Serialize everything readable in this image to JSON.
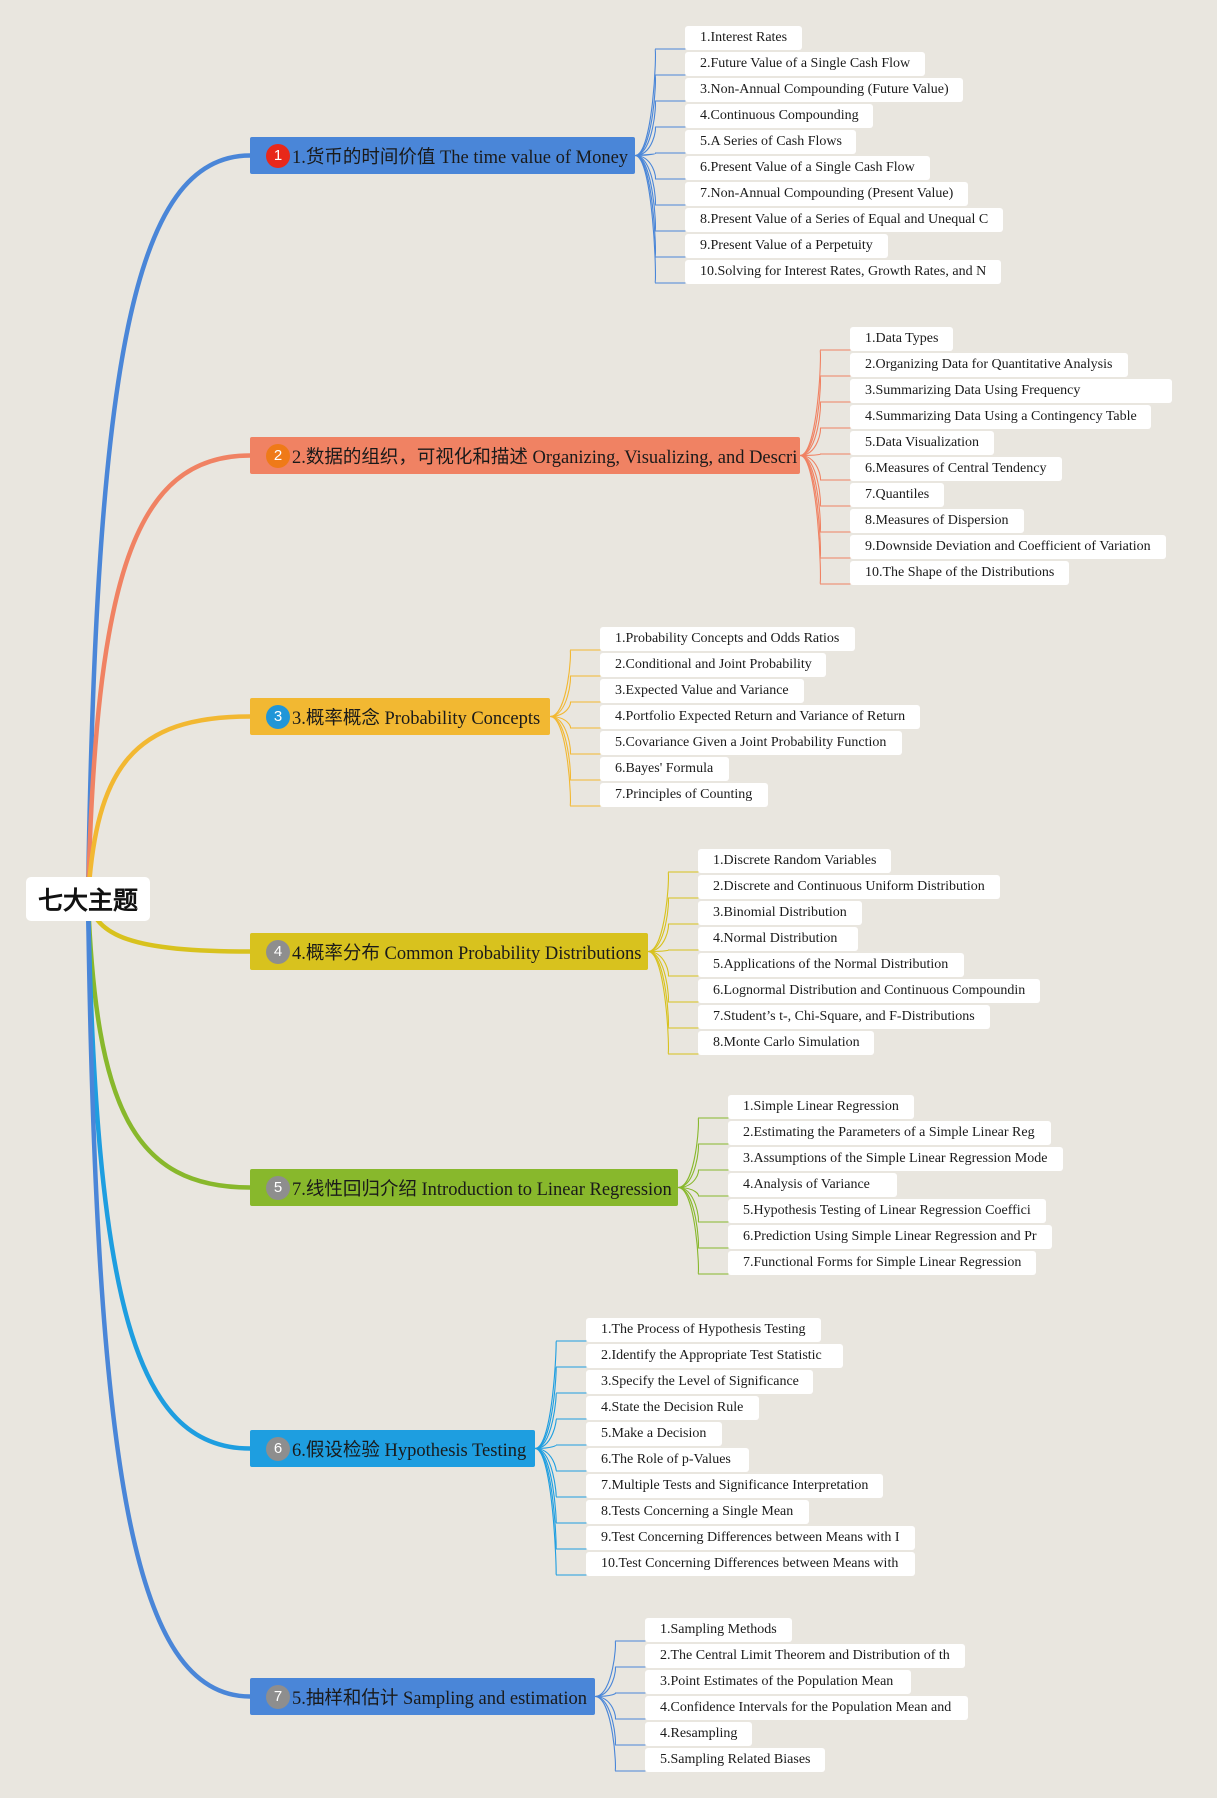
{
  "root": {
    "label": "七大主题"
  },
  "topics": [
    {
      "id": "t1",
      "badge": "1",
      "badge_color": "#e8281a",
      "color": "#4a86d8",
      "line_color": "#4a86d8",
      "title": "1.货币的时间价值 The time value of Money",
      "items": [
        "1.Interest Rates",
        "2.Future Value of a Single Cash Flow",
        "3.Non-Annual Compounding (Future Value)",
        "4.Continuous Compounding",
        "5.A Series of Cash Flows",
        "6.Present Value of a Single Cash Flow",
        "7.Non-Annual Compounding (Present Value)",
        "8.Present Value of a Series of Equal and Unequal C",
        "9.Present Value of a Perpetuity",
        "10.Solving for Interest Rates, Growth Rates, and N"
      ]
    },
    {
      "id": "t2",
      "badge": "2",
      "badge_color": "#ef7a18",
      "color": "#f08263",
      "line_color": "#f08263",
      "title": "2.数据的组织，可视化和描述 Organizing, Visualizing, and Descri",
      "items": [
        "1.Data Types",
        "2.Organizing Data for Quantitative Analysis",
        "3.Summarizing Data Using Frequency",
        "4.Summarizing Data Using a Contingency Table",
        "5.Data Visualization",
        "6.Measures of Central Tendency",
        "7.Quantiles",
        "8.Measures of Dispersion",
        "9.Downside Deviation and Coefficient of Variation",
        "10.The Shape of the Distributions"
      ]
    },
    {
      "id": "t3",
      "badge": "3",
      "badge_color": "#2196d8",
      "color": "#f2b832",
      "line_color": "#f2b832",
      "title": "3.概率概念 Probability Concepts",
      "items": [
        "1.Probability Concepts and Odds Ratios",
        "2.Conditional and Joint Probability",
        "3.Expected Value and Variance",
        "4.Portfolio Expected Return and Variance of Return",
        "5.Covariance Given a Joint Probability Function",
        "6.Bayes' Formula",
        "7.Principles of Counting"
      ]
    },
    {
      "id": "t4",
      "badge": "4",
      "badge_color": "#8e8e8e",
      "color": "#d8c21e",
      "line_color": "#d8c21e",
      "title": "4.概率分布 Common Probability Distributions",
      "items": [
        "1.Discrete Random Variables",
        "2.Discrete and Continuous Uniform Distribution",
        "3.Binomial Distribution",
        "4.Normal Distribution",
        "5.Applications of the Normal Distribution",
        "6.Lognormal Distribution and Continuous Compoundin",
        "7.Student’s t-, Chi-Square, and F-Distributions",
        "8.Monte Carlo Simulation"
      ]
    },
    {
      "id": "t5",
      "badge": "5",
      "badge_color": "#8e8e8e",
      "color": "#88b82c",
      "line_color": "#88b82c",
      "title": "7.线性回归介绍 Introduction to Linear Regression",
      "items": [
        "1.Simple Linear Regression",
        "2.Estimating the Parameters of a Simple Linear Reg",
        "3.Assumptions of the Simple Linear Regression Mode",
        "4.Analysis of Variance",
        "5.Hypothesis Testing of Linear Regression Coeffici",
        "6.Prediction Using Simple Linear Regression and Pr",
        "7.Functional Forms for Simple Linear Regression"
      ]
    },
    {
      "id": "t6",
      "badge": "6",
      "badge_color": "#8e8e8e",
      "color": "#1e9ee0",
      "line_color": "#1e9ee0",
      "title": "6.假设检验 Hypothesis Testing",
      "items": [
        "1.The Process of Hypothesis Testing",
        "2.Identify the Appropriate Test Statistic",
        "3.Specify the Level of Significance",
        "4.State the Decision Rule",
        "5.Make a Decision",
        "6.The Role of p-Values",
        "7.Multiple Tests and Significance Interpretation",
        "8.Tests Concerning a Single Mean",
        "9.Test Concerning Differences between Means with I",
        "10.Test Concerning Differences between Means with"
      ]
    },
    {
      "id": "t7",
      "badge": "7",
      "badge_color": "#8e8e8e",
      "color": "#4a86d8",
      "line_color": "#4a86d8",
      "title": "5.抽样和估计 Sampling and estimation",
      "items": [
        "1.Sampling Methods",
        "2.The Central Limit Theorem and Distribution of th",
        "3.Point Estimates of the Population Mean",
        "4.Confidence Intervals for the Population Mean and",
        "4.Resampling",
        "5.Sampling Related Biases"
      ]
    }
  ]
}
